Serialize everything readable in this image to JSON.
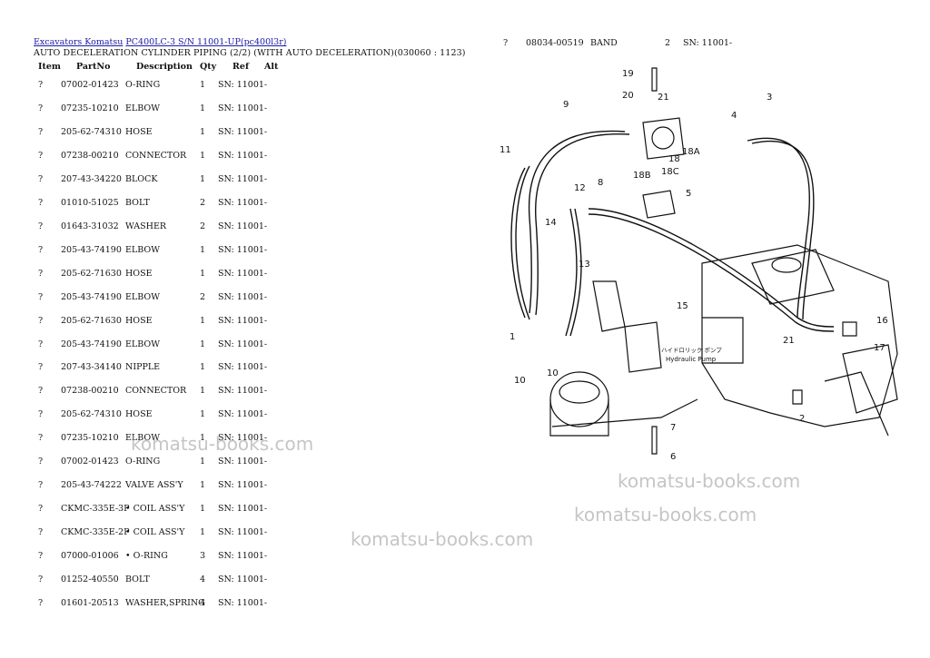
{
  "breadcrumb": {
    "link1": "Excavators Komatsu",
    "link2": "PC400LC-3 S/N 11001-UP(pc400l3r)"
  },
  "page_title": "AUTO DECELERATION CYLINDER PIPING (2/2) (WITH AUTO DECELERATION)(030060 : 1123)",
  "headers": {
    "item": "Item",
    "partno": "PartNo",
    "description": "Description",
    "qty": "Qty",
    "ref": "Ref",
    "alt": "Alt"
  },
  "rows": [
    {
      "item": "?",
      "partno": "07002-01423",
      "desc": "O-RING",
      "qty": "1",
      "ref": "SN: 11001-"
    },
    {
      "item": "?",
      "partno": "07235-10210",
      "desc": "ELBOW",
      "qty": "1",
      "ref": "SN: 11001-"
    },
    {
      "item": "?",
      "partno": "205-62-74310",
      "desc": "HOSE",
      "qty": "1",
      "ref": "SN: 11001-"
    },
    {
      "item": "?",
      "partno": "07238-00210",
      "desc": "CONNECTOR",
      "qty": "1",
      "ref": "SN: 11001-"
    },
    {
      "item": "?",
      "partno": "207-43-34220",
      "desc": "BLOCK",
      "qty": "1",
      "ref": "SN: 11001-"
    },
    {
      "item": "?",
      "partno": "01010-51025",
      "desc": "BOLT",
      "qty": "2",
      "ref": "SN: 11001-"
    },
    {
      "item": "?",
      "partno": "01643-31032",
      "desc": "WASHER",
      "qty": "2",
      "ref": "SN: 11001-"
    },
    {
      "item": "?",
      "partno": "205-43-74190",
      "desc": "ELBOW",
      "qty": "1",
      "ref": "SN: 11001-"
    },
    {
      "item": "?",
      "partno": "205-62-71630",
      "desc": "HOSE",
      "qty": "1",
      "ref": "SN: 11001-"
    },
    {
      "item": "?",
      "partno": "205-43-74190",
      "desc": "ELBOW",
      "qty": "2",
      "ref": "SN: 11001-"
    },
    {
      "item": "?",
      "partno": "205-62-71630",
      "desc": "HOSE",
      "qty": "1",
      "ref": "SN: 11001-"
    },
    {
      "item": "?",
      "partno": "205-43-74190",
      "desc": "ELBOW",
      "qty": "1",
      "ref": "SN: 11001-"
    },
    {
      "item": "?",
      "partno": "207-43-34140",
      "desc": "NIPPLE",
      "qty": "1",
      "ref": "SN: 11001-"
    },
    {
      "item": "?",
      "partno": "07238-00210",
      "desc": "CONNECTOR",
      "qty": "1",
      "ref": "SN: 11001-"
    },
    {
      "item": "?",
      "partno": "205-62-74310",
      "desc": "HOSE",
      "qty": "1",
      "ref": "SN: 11001-"
    },
    {
      "item": "?",
      "partno": "07235-10210",
      "desc": "ELBOW",
      "qty": "1",
      "ref": "SN: 11001-"
    },
    {
      "item": "?",
      "partno": "07002-01423",
      "desc": "O-RING",
      "qty": "1",
      "ref": "SN: 11001-"
    },
    {
      "item": "?",
      "partno": "205-43-74222",
      "desc": "VALVE ASS'Y",
      "qty": "1",
      "ref": "SN: 11001-"
    },
    {
      "item": "?",
      "partno": "CKMC-335E-3P",
      "desc": "• COIL ASS'Y",
      "qty": "1",
      "ref": "SN: 11001-"
    },
    {
      "item": "?",
      "partno": "CKMC-335E-2P",
      "desc": "• COIL ASS'Y",
      "qty": "1",
      "ref": "SN: 11001-"
    },
    {
      "item": "?",
      "partno": "07000-01006",
      "desc": "• O-RING",
      "qty": "3",
      "ref": "SN: 11001-"
    },
    {
      "item": "?",
      "partno": "01252-40550",
      "desc": "BOLT",
      "qty": "4",
      "ref": "SN: 11001-"
    },
    {
      "item": "?",
      "partno": "01601-20513",
      "desc": "WASHER,SPRING",
      "qty": "4",
      "ref": "SN: 11001-"
    }
  ],
  "right_row": {
    "item": "?",
    "partno": "08034-00519",
    "desc": "BAND",
    "qty": "2",
    "ref": "SN: 11001-"
  },
  "diagram": {
    "callouts": [
      "19",
      "20",
      "21",
      "9",
      "3",
      "4",
      "11",
      "18",
      "18A",
      "18B",
      "18C",
      "8",
      "12",
      "5",
      "14",
      "13",
      "15",
      "16",
      "21",
      "17",
      "1",
      "10",
      "10",
      "6",
      "7",
      "2"
    ],
    "label_jp": "ハイドロリック ポンプ",
    "label_en": "Hydraulic Pump"
  },
  "watermark": "komatsu-books.com"
}
